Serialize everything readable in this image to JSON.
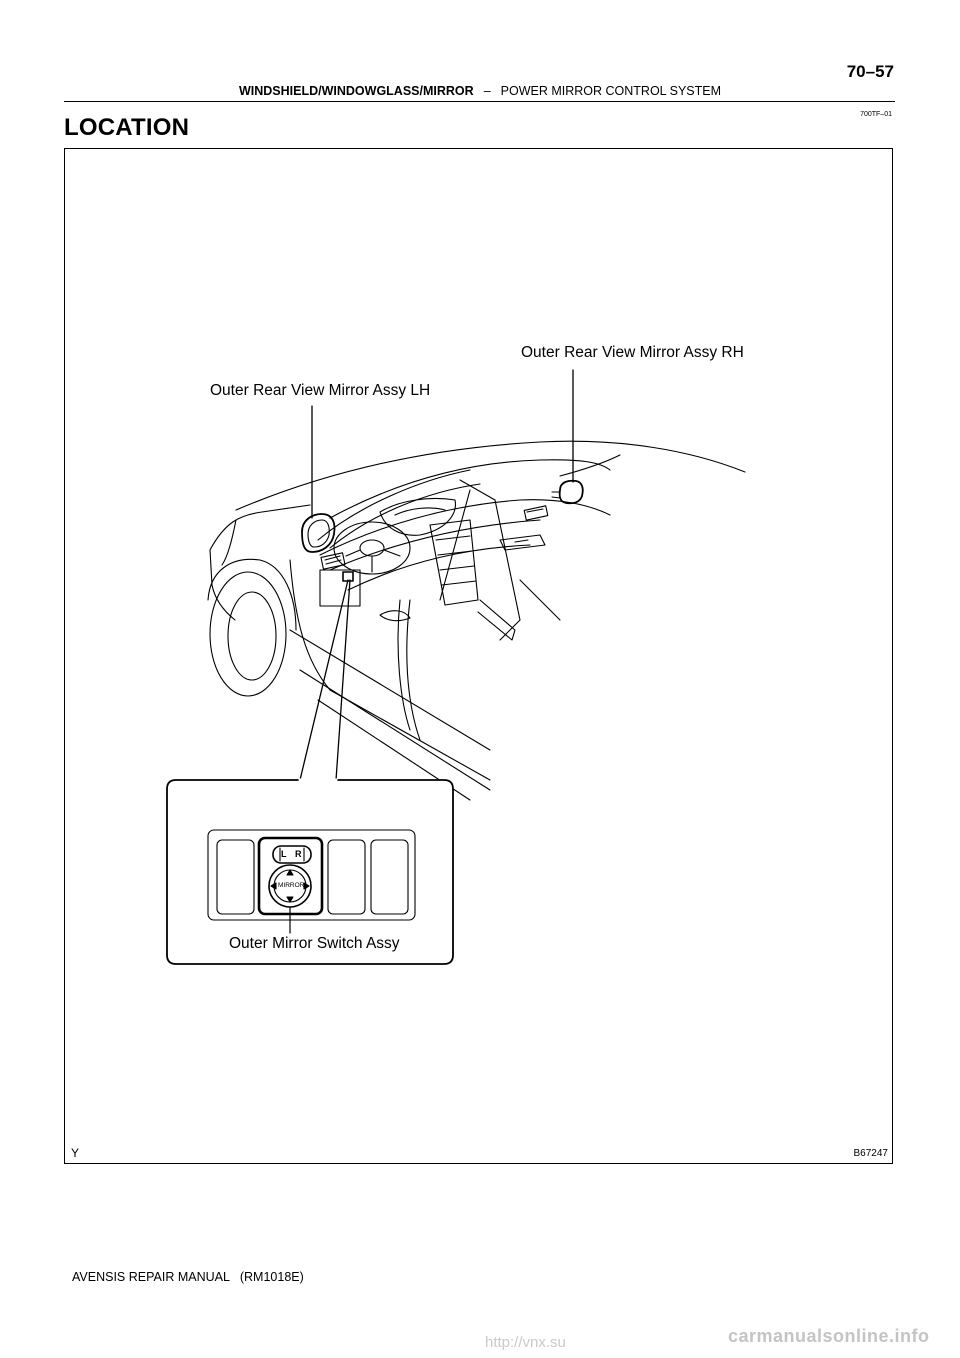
{
  "header": {
    "page_number": "70–57",
    "section": "WINDSHIELD/WINDOWGLASS/MIRROR",
    "separator": "–",
    "subsection": "POWER MIRROR CONTROL SYSTEM",
    "ref_code": "700TF–01"
  },
  "heading": "LOCATION",
  "figure": {
    "callouts": {
      "mirror_rh": "Outer Rear View Mirror Assy RH",
      "mirror_lh": "Outer Rear View Mirror Assy LH",
      "switch": "Outer Mirror Switch Assy"
    },
    "switch_panel": {
      "left_label": "L",
      "right_label": "R",
      "knob_label": "MIRROR"
    },
    "corner_mark": "Y",
    "figure_id": "B67247"
  },
  "footer": {
    "text": "AVENSIS REPAIR MANUAL   (RM1018E)"
  },
  "watermark": {
    "url": "http://vnx.su",
    "site": "carmanualsonline.info"
  }
}
